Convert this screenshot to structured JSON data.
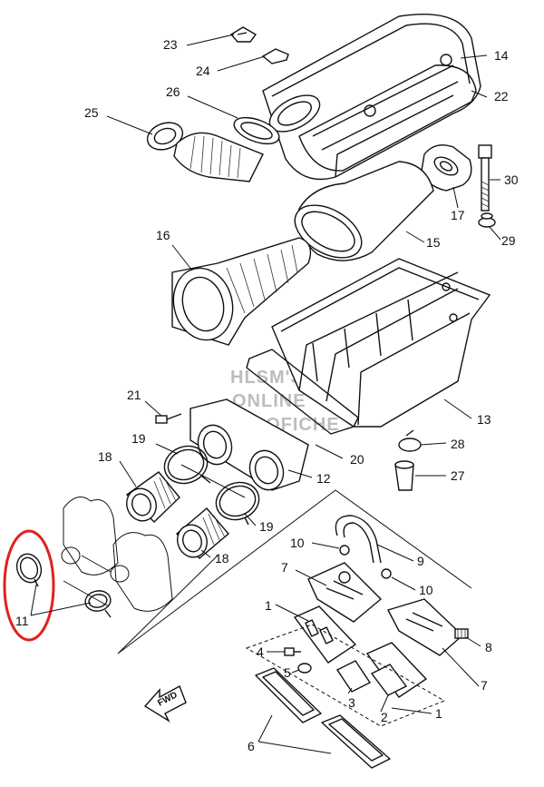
{
  "watermark": {
    "line1": "HLSM'S",
    "line2": "ONLINE",
    "line3": "MICROFICHE"
  },
  "fwd_label": "FWD",
  "highlight_color": "#e0211d",
  "callouts": {
    "c23": "23",
    "c24": "24",
    "c14": "14",
    "c22": "22",
    "c26": "26",
    "c25": "25",
    "c17": "17",
    "c30": "30",
    "c29": "29",
    "c15": "15",
    "c16": "16",
    "c13": "13",
    "c21": "21",
    "c19a": "19",
    "c20": "20",
    "c28": "28",
    "c18a": "18",
    "c12": "12",
    "c27": "27",
    "c19b": "19",
    "c18b": "18",
    "c10a": "10",
    "c9": "9",
    "c7a": "7",
    "c10b": "10",
    "c11": "11",
    "c1a": "1",
    "c8": "8",
    "c4": "4",
    "c5": "5",
    "c7b": "7",
    "c3": "3",
    "c2": "2",
    "c1b": "1",
    "c6": "6"
  }
}
